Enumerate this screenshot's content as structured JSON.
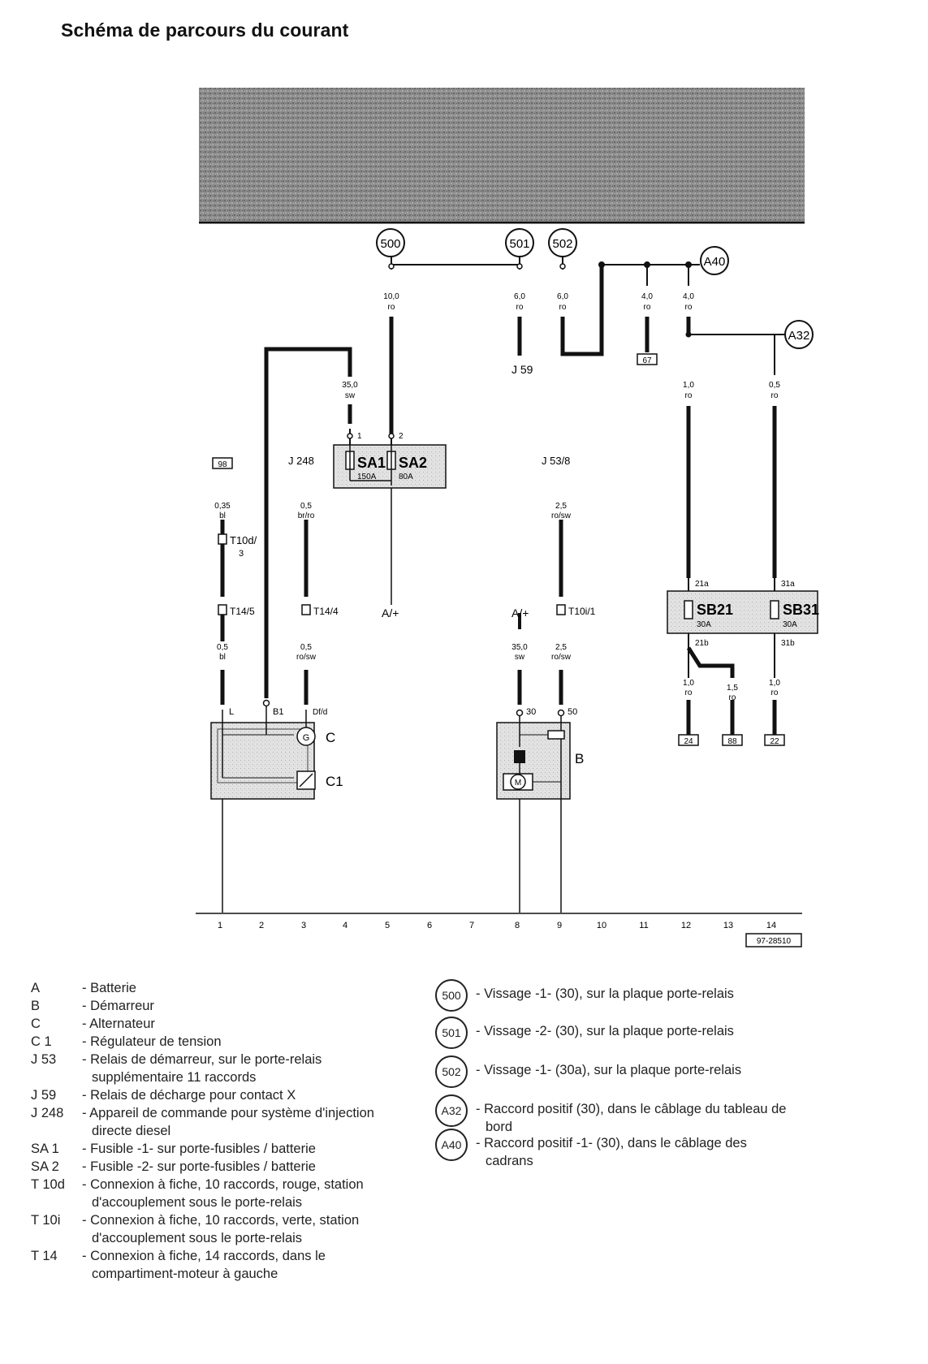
{
  "title": "Schéma de parcours du courant",
  "drawing_ref": "97-28510",
  "colors": {
    "wire": "#111111",
    "shaded_block": "#8c8c8c",
    "component_fill": "#d9d9d9"
  },
  "track_numbers": [
    "1",
    "2",
    "3",
    "4",
    "5",
    "6",
    "7",
    "8",
    "9",
    "10",
    "11",
    "12",
    "13",
    "14"
  ],
  "connectors": {
    "c500": "500",
    "c501": "501",
    "c502": "502",
    "a40": "A40",
    "a32": "A32",
    "b98": "98",
    "b67": "67",
    "b24": "24",
    "b88": "88",
    "b22": "22"
  },
  "wires": [
    {
      "id": "w500",
      "size": "10,0",
      "color": "ro"
    },
    {
      "id": "w501",
      "size": "6,0",
      "color": "ro"
    },
    {
      "id": "w502",
      "size": "6,0",
      "color": "ro"
    },
    {
      "id": "w67",
      "size": "4,0",
      "color": "ro"
    },
    {
      "id": "wa40",
      "size": "4,0",
      "color": "ro"
    },
    {
      "id": "w35",
      "size": "35,0",
      "color": "sw"
    },
    {
      "id": "w12",
      "size": "1,0",
      "color": "ro"
    },
    {
      "id": "w14",
      "size": "0,5",
      "color": "ro"
    },
    {
      "id": "w98",
      "size": "0,35",
      "color": "bl"
    },
    {
      "id": "wj248",
      "size": "0,5",
      "color": "br/ro"
    },
    {
      "id": "wj53",
      "size": "2,5",
      "color": "ro/sw"
    },
    {
      "id": "wl",
      "size": "0,5",
      "color": "bl"
    },
    {
      "id": "wdf",
      "size": "0,5",
      "color": "ro/sw"
    },
    {
      "id": "wb30",
      "size": "35,0",
      "color": "sw"
    },
    {
      "id": "wb50",
      "size": "2,5",
      "color": "ro/sw"
    },
    {
      "id": "w24",
      "size": "1,0",
      "color": "ro"
    },
    {
      "id": "w88",
      "size": "1,5",
      "color": "ro"
    },
    {
      "id": "w22",
      "size": "1,0",
      "color": "ro"
    }
  ],
  "labels": {
    "j59": "J 59",
    "j248": "J 248",
    "j53": "J 53/8",
    "t10d": "T10d/",
    "t10d_num": "3",
    "t14_5": "T14/5",
    "t14_4": "T14/4",
    "t10i": "T10i/1",
    "a_plus_left": "A/+",
    "a_plus_right": "A/+",
    "sa1": "SA1",
    "sa1_amp": "150A",
    "sa2": "SA2",
    "sa2_amp": "80A",
    "sa_pin1": "1",
    "sa_pin2": "2",
    "sb21": "SB21",
    "sb21_amp": "30A",
    "sb31": "SB31",
    "sb31_amp": "30A",
    "pin21a": "21a",
    "pin31a": "31a",
    "pin21b": "21b",
    "pin31b": "31b",
    "pin_l": "L",
    "pin_b1": "B1",
    "pin_df": "Df/d",
    "pin_30": "30",
    "pin_50": "50",
    "comp_c": "C",
    "comp_c1": "C1",
    "comp_b": "B",
    "sym_g": "G",
    "sym_m": "M"
  },
  "legend_left": [
    {
      "code": "A",
      "desc": "- Batterie"
    },
    {
      "code": "B",
      "desc": "- Démarreur"
    },
    {
      "code": "C",
      "desc": "- Alternateur"
    },
    {
      "code": "C 1",
      "desc": "- Régulateur de tension"
    },
    {
      "code": "J 53",
      "desc": "- Relais de démarreur, sur le porte-relais",
      "desc2": "supplémentaire 11 raccords"
    },
    {
      "code": "J 59",
      "desc": "- Relais de décharge pour contact X"
    },
    {
      "code": "J 248",
      "desc": "- Appareil de commande pour système d'injection",
      "desc2": "directe diesel"
    },
    {
      "code": "SA 1",
      "desc": "- Fusible -1- sur porte-fusibles / batterie"
    },
    {
      "code": "SA 2",
      "desc": "- Fusible -2- sur porte-fusibles / batterie"
    },
    {
      "code": "T 10d",
      "desc": "- Connexion à fiche, 10 raccords, rouge, station",
      "desc2": "d'accouplement sous le porte-relais"
    },
    {
      "code": "T 10i",
      "desc": "- Connexion à fiche, 10 raccords, verte, station",
      "desc2": "d'accouplement sous le porte-relais"
    },
    {
      "code": "T 14",
      "desc": "- Connexion à fiche, 14 raccords, dans le",
      "desc2": "compartiment-moteur à gauche"
    }
  ],
  "legend_right": [
    {
      "badge": "500",
      "desc": "- Vissage -1- (30), sur la plaque porte-relais"
    },
    {
      "badge": "501",
      "desc": "- Vissage -2- (30), sur la plaque porte-relais"
    },
    {
      "badge": "502",
      "desc": "- Vissage -1- (30a), sur la plaque porte-relais"
    },
    {
      "badge": "A32",
      "desc": "- Raccord positif (30), dans le câblage du tableau de",
      "desc2": "bord"
    },
    {
      "badge": "A40",
      "desc": "- Raccord positif -1- (30), dans le câblage des",
      "desc2": "cadrans"
    }
  ]
}
